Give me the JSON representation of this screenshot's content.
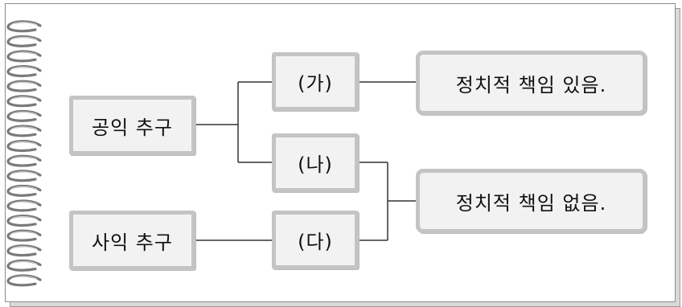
{
  "nodes": {
    "public_interest": "공익 추구",
    "private_interest": "사익 추구",
    "ga": "(가)",
    "na": "(나)",
    "da": "(다)",
    "responsible": "정치적 책임 있음.",
    "not_responsible": "정치적 책임 없음."
  }
}
